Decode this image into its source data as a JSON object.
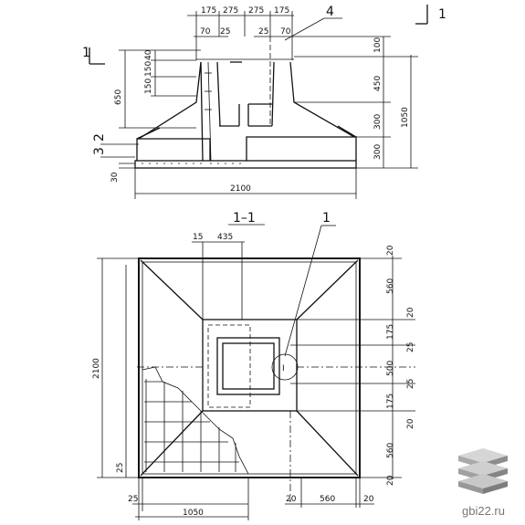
{
  "colors": {
    "ink": "#111111",
    "watermark": "#9a9a9a",
    "watermark_text": "#777777"
  },
  "elevation": {
    "section_mark": "1",
    "callout_top": "4",
    "callout_left_2": "2",
    "callout_left_3": "3",
    "dims_top": [
      "175",
      "275",
      "275",
      "175"
    ],
    "dims_inner_left": [
      "70",
      "25"
    ],
    "dims_inner_right": [
      "25",
      "70"
    ],
    "dims_left": [
      "40",
      "150",
      "150",
      "650"
    ],
    "dims_right": [
      "100",
      "450",
      "300",
      "300",
      "1050"
    ],
    "dim_bottom_left": "30",
    "dim_overall": "2100"
  },
  "plan": {
    "title": "1–1",
    "callout": "1",
    "marker": "I",
    "dims_top": [
      "15",
      "435"
    ],
    "dims_right": [
      "20",
      "560",
      "20",
      "175",
      "25",
      "500",
      "25",
      "175",
      "20",
      "560",
      "20"
    ],
    "dim_left_overall": "2100",
    "dim_left_small": "25",
    "dims_bottom_left": [
      "25",
      "1050"
    ],
    "dims_bottom_right": [
      "20",
      "560",
      "20"
    ]
  },
  "watermark": {
    "text": "gbi22.ru",
    "icon": "stacked-layers-icon"
  }
}
